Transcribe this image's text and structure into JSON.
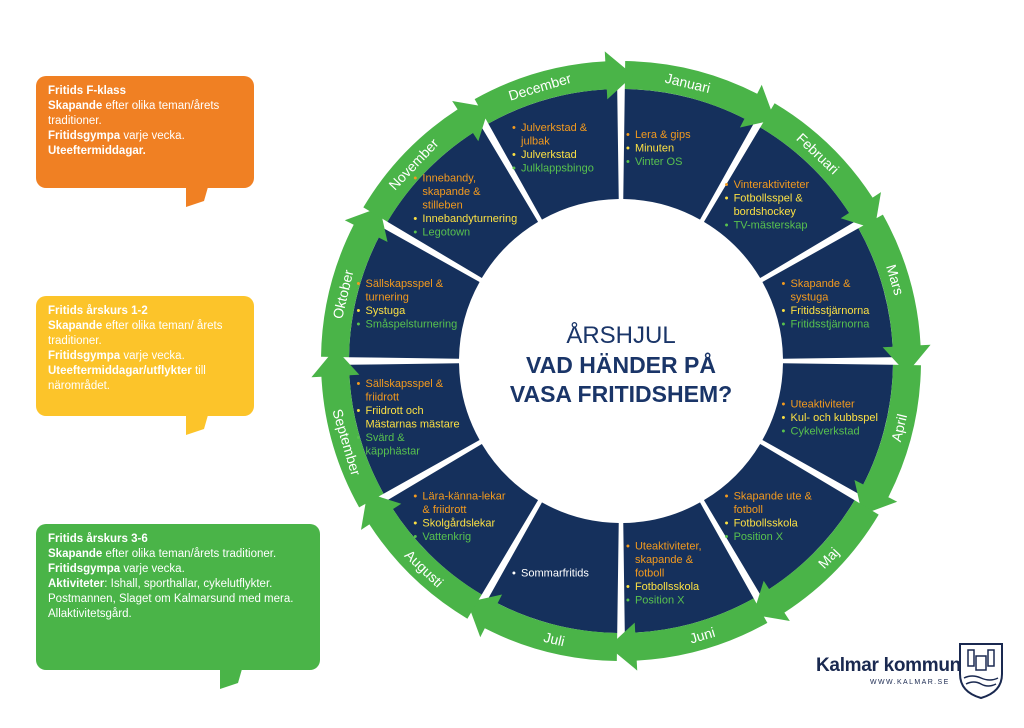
{
  "center": {
    "subtitle": "ÅRSHJUL",
    "title_line1": "VAD HÄNDER PÅ",
    "title_line2": "VASA FRITIDSHEM?"
  },
  "colors": {
    "navy": "#15305c",
    "green": "#4ab448",
    "orange": "#f39a1e",
    "yellow": "#fbe043",
    "light_green": "#58c14e",
    "bubble_orange": "#f08023",
    "bubble_yellow": "#fcc42a",
    "bubble_green": "#4ab448"
  },
  "months": [
    {
      "name": "Januari",
      "items": [
        {
          "text": "Lera & gips",
          "color": "orange"
        },
        {
          "text": "Minuten",
          "color": "yellow"
        },
        {
          "text": "Vinter OS",
          "color": "green"
        }
      ]
    },
    {
      "name": "Februari",
      "items": [
        {
          "text": "Vinteraktiviteter",
          "color": "orange"
        },
        {
          "text": "Fotbollsspel & bordshockey",
          "color": "yellow"
        },
        {
          "text": "TV-mästerskap",
          "color": "green"
        }
      ]
    },
    {
      "name": "Mars",
      "items": [
        {
          "text": "Skapande & systuga",
          "color": "orange"
        },
        {
          "text": "Fritidsstjärnorna",
          "color": "yellow"
        },
        {
          "text": "Fritidsstjärnorna",
          "color": "green"
        }
      ]
    },
    {
      "name": "April",
      "items": [
        {
          "text": "Uteaktiviteter",
          "color": "orange"
        },
        {
          "text": "Kul- och kubbspel",
          "color": "yellow"
        },
        {
          "text": "Cykelverkstad",
          "color": "green"
        }
      ]
    },
    {
      "name": "Maj",
      "items": [
        {
          "text": "Skapande ute & fotboll",
          "color": "orange"
        },
        {
          "text": "Fotbollsskola",
          "color": "yellow"
        },
        {
          "text": "Position X",
          "color": "green"
        }
      ]
    },
    {
      "name": "Juni",
      "items": [
        {
          "text": "Uteaktiviteter, skapande & fotboll",
          "color": "orange"
        },
        {
          "text": "Fotbollsskola",
          "color": "yellow"
        },
        {
          "text": "Position X",
          "color": "green"
        }
      ]
    },
    {
      "name": "Juli",
      "items": [
        {
          "text": "Sommarfritids",
          "color": "white"
        }
      ]
    },
    {
      "name": "Augusti",
      "items": [
        {
          "text": "Lära-känna-lekar & friidrott",
          "color": "orange"
        },
        {
          "text": "Skolgårdslekar",
          "color": "yellow"
        },
        {
          "text": "Vattenkrig",
          "color": "green"
        }
      ]
    },
    {
      "name": "September",
      "items": [
        {
          "text": "Sällskapsspel & friidrott",
          "color": "orange"
        },
        {
          "text": "Friidrott och Mästarnas mästare",
          "color": "yellow"
        },
        {
          "text": "Svärd & käpphästar",
          "color": "green"
        }
      ]
    },
    {
      "name": "Oktober",
      "items": [
        {
          "text": "Sällskapsspel & turnering",
          "color": "orange"
        },
        {
          "text": "Systuga",
          "color": "yellow"
        },
        {
          "text": "Småspelsturnering",
          "color": "green"
        }
      ]
    },
    {
      "name": "November",
      "items": [
        {
          "text": "Innebandy, skapande & stilleben",
          "color": "orange"
        },
        {
          "text": "Innebandyturnering",
          "color": "yellow"
        },
        {
          "text": "Legotown",
          "color": "green"
        }
      ]
    },
    {
      "name": "December",
      "items": [
        {
          "text": "Julverkstad & julbak",
          "color": "orange"
        },
        {
          "text": "Julverkstad",
          "color": "yellow"
        },
        {
          "text": "Julklappsbingo",
          "color": "green"
        }
      ]
    }
  ],
  "bubbles": [
    {
      "title": "Fritids F-klass",
      "l1_bold": "Skapande",
      "l1": " efter olika teman/årets traditioner.",
      "l2_bold": "Fritidsgympa",
      "l2": " varje vecka.",
      "l3_bold": "Uteeftermiddagar.",
      "l3": ""
    },
    {
      "title": "Fritids årskurs 1-2",
      "l1_bold": "Skapande",
      "l1": " efter olika teman/ årets traditioner.",
      "l2_bold": "Fritidsgympa",
      "l2": " varje vecka.",
      "l3_bold": "Uteeftermiddagar/utflykter",
      "l3": " till närområdet."
    },
    {
      "title": "Fritids årskurs 3-6",
      "l1_bold": "Skapande",
      "l1": " efter olika teman/årets traditioner.",
      "l2_bold": "Fritidsgympa",
      "l2": " varje vecka.",
      "l3_bold": "Aktiviteter",
      "l3": ": Ishall, sporthallar, cykelutflykter. Postmannen, Slaget om Kalmarsund med mera. Allaktivitetsgård."
    }
  ],
  "logo": {
    "name": "Kalmar kommun",
    "url": "WWW.KALMAR.SE"
  }
}
